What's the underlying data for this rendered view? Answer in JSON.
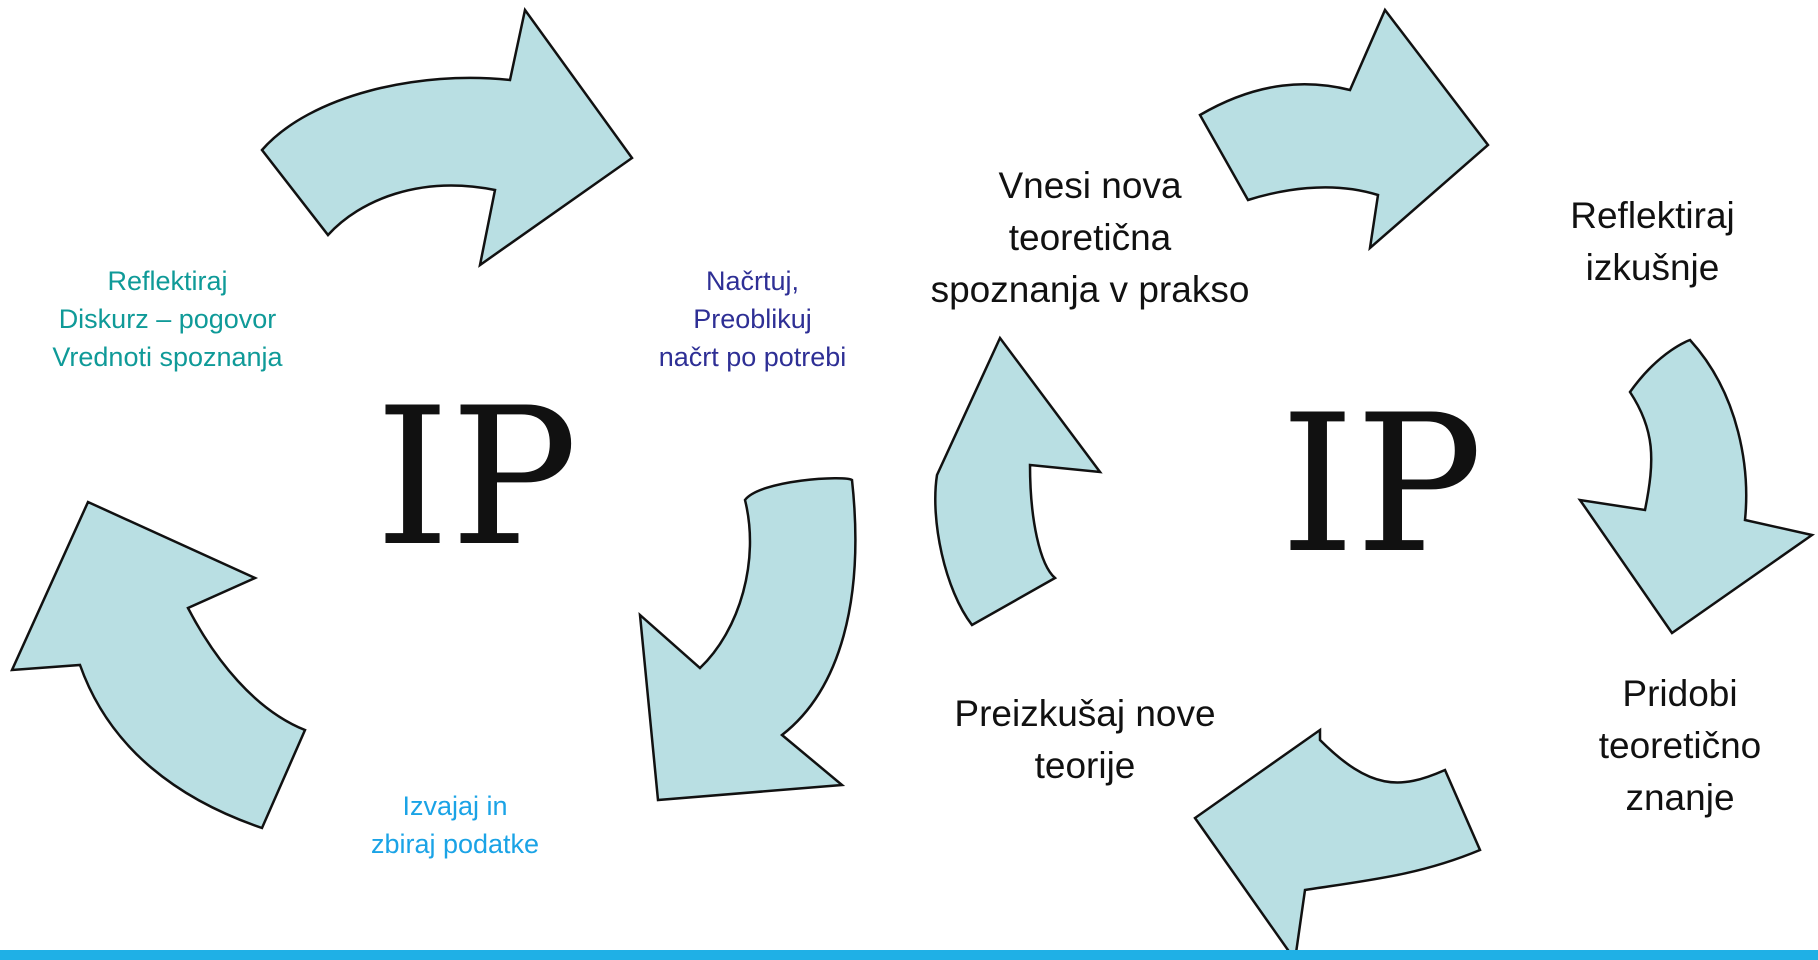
{
  "colors": {
    "arrow_fill": "#b9dfe3",
    "arrow_stroke": "#111111",
    "teal_text": "#0f9a98",
    "navy_text": "#2e2f95",
    "blue_text": "#1aa3e6",
    "bottom_bar": "#1fb0e6"
  },
  "left_cycle": {
    "reflect": {
      "lines": [
        "Reflektiraj",
        "Diskurz – pogovor",
        "Vrednoti spoznanja"
      ]
    },
    "plan": {
      "lines": [
        "Načrtuj,",
        "Preoblikuj",
        "načrt po potrebi"
      ]
    },
    "collect": {
      "lines": [
        "Izvajaj in",
        "zbiraj podatke"
      ]
    },
    "logo": "IP"
  },
  "right_cycle": {
    "apply": {
      "lines": [
        "Vnesi nova",
        "teoretična",
        "spoznanja v prakso"
      ]
    },
    "reflect": {
      "lines": [
        "Reflektiraj",
        "izkušnje"
      ]
    },
    "acquire": {
      "lines": [
        "Pridobi",
        "teoretično",
        "znanje"
      ]
    },
    "test": {
      "lines": [
        "Preizkušaj nove",
        "teorije"
      ]
    },
    "logo": "IP"
  }
}
